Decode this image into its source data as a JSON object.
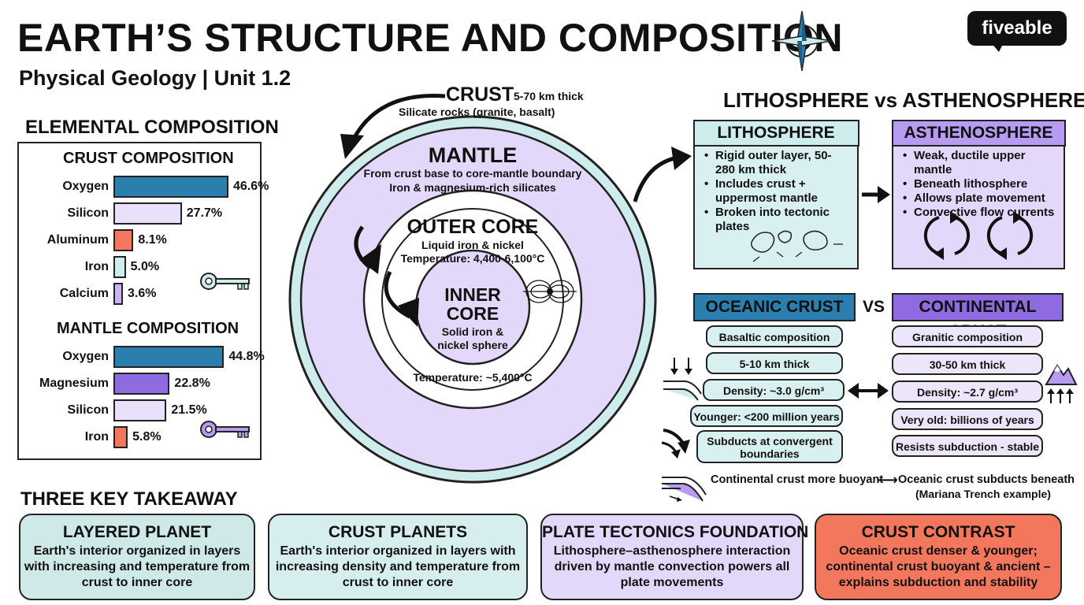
{
  "header": {
    "title": "EARTH’S STRUCTURE AND COMPOSITION",
    "subtitle": "Physical Geology | Unit 1.2",
    "logo": "fiveable"
  },
  "elemental": {
    "heading": "ELEMENTAL COMPOSITION",
    "crust": {
      "heading": "CRUST COMPOSITION",
      "items": [
        {
          "label": "Oxygen",
          "value": 46.6,
          "display": "46.6%",
          "color": "#2a7fae"
        },
        {
          "label": "Silicon",
          "value": 27.7,
          "display": "27.7%",
          "color": "#e9e0fb"
        },
        {
          "label": "Aluminum",
          "value": 8.1,
          "display": "8.1%",
          "color": "#f3775c"
        },
        {
          "label": "Iron",
          "value": 5.0,
          "display": "5.0%",
          "color": "#cfecec"
        },
        {
          "label": "Calcium",
          "value": 3.6,
          "display": "3.6%",
          "color": "#c8b6f2"
        }
      ]
    },
    "mantle": {
      "heading": "MANTLE COMPOSITION",
      "items": [
        {
          "label": "Oxygen",
          "value": 44.8,
          "display": "44.8%",
          "color": "#2a7fae"
        },
        {
          "label": "Magnesium",
          "value": 22.8,
          "display": "22.8%",
          "color": "#8e6be0"
        },
        {
          "label": "Silicon",
          "value": 21.5,
          "display": "21.5%",
          "color": "#e9e0fb"
        },
        {
          "label": "Iron",
          "value": 5.8,
          "display": "5.8%",
          "color": "#f3775c"
        }
      ]
    }
  },
  "layers": {
    "crust": {
      "title": "CRUST",
      "thickness": "5-70 km thick",
      "desc": "Silicate rocks (granite, basalt)"
    },
    "mantle": {
      "title": "MANTLE",
      "desc1": "From crust base to core-mantle boundary",
      "desc2": "Iron & magnesium-rich silicates"
    },
    "outer_core": {
      "title": "OUTER CORE",
      "desc1": "Liquid iron & nickel",
      "desc2": "Temperature: 4,400-6,100°C"
    },
    "inner_core": {
      "title1": "INNER",
      "title2": "CORE",
      "desc1": "Solid iron &",
      "desc2": "nickel sphere",
      "temp": "Temperature: ~5,400°C"
    }
  },
  "litho_astheno": {
    "heading": "LITHOSPHERE vs ASTHENOSPHERE",
    "lithosphere": {
      "title": "LITHOSPHERE",
      "bullets": [
        "Rigid outer layer, 50-280 km thick",
        "Includes crust + uppermost mantle",
        "Broken into tectonic plates"
      ]
    },
    "asthenosphere": {
      "title": "ASTHENOSPHERE",
      "bullets": [
        "Weak, ductile upper mantle",
        "Beneath lithosphere",
        "Allows plate movement",
        "Convective flow currents"
      ]
    }
  },
  "crust_compare": {
    "oceanic": {
      "title": "OCEANIC CRUST",
      "facts": [
        "Basaltic composition",
        "5-10 km thick",
        "Density: ~3.0 g/cm³",
        "Younger: <200 million years",
        "Subducts at convergent boundaries"
      ]
    },
    "vs": "VS",
    "continental": {
      "title": "CONTINENTAL CRUST",
      "facts": [
        "Granitic composition",
        "30-50 km thick",
        "Density: ~2.7 g/cm³",
        "Very old: billions of years",
        "Resists subduction - stable"
      ]
    },
    "note_left": "Continental crust more buoyant",
    "note_right": "Oceanic crust subducts beneath",
    "note_example": "(Mariana Trench example)"
  },
  "takeaways": {
    "heading": "THREE KEY TAKEAWAY",
    "cards": [
      {
        "title": "LAYERED PLANET",
        "body": "Earth's interior organized in layers with increasing and temperature from crust to inner core",
        "color": "#cfe9e8"
      },
      {
        "title": "CRUST PLANETS",
        "body": "Earth's interior organized in layers with increasing density and temperature from crust to inner core",
        "color": "#d6eeee"
      },
      {
        "title": "PLATE TECTONICS FOUNDATION",
        "body": "Lithosphere–asthenosphere interaction driven by mantle convection powers all plate movements",
        "color": "#e3d8fa"
      },
      {
        "title": "CRUST CONTRAST",
        "body": "Oceanic crust denser & younger; continental crust buoyant & ancient – explains subduction and stability",
        "color": "#f3775c"
      }
    ]
  }
}
